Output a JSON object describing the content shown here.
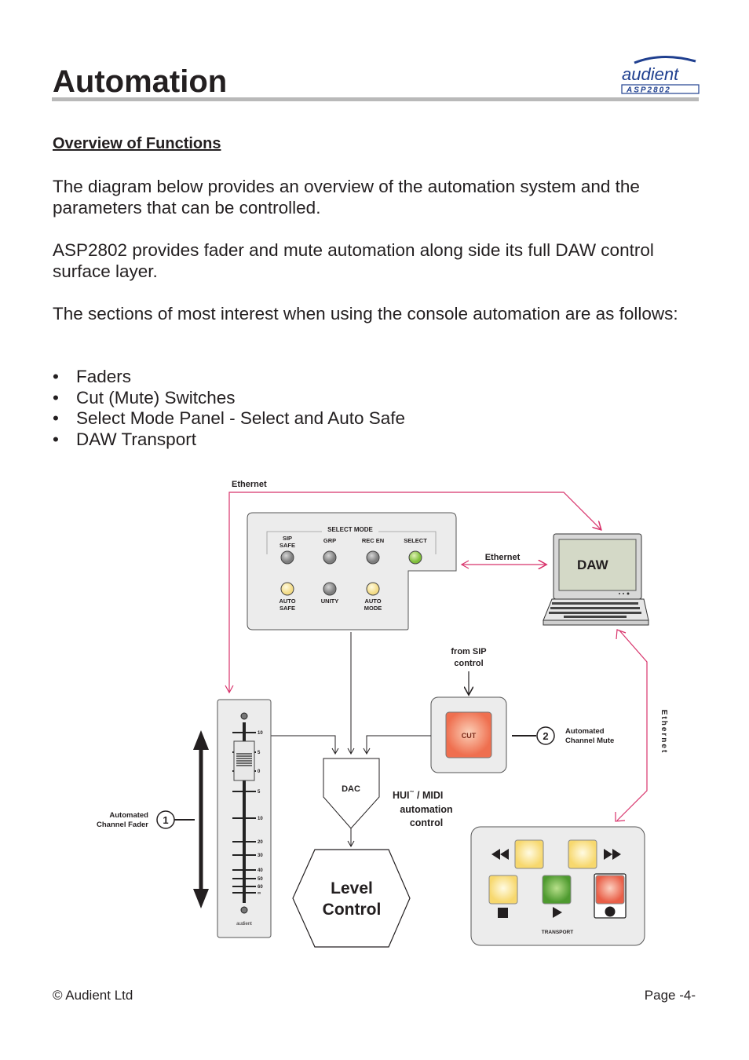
{
  "header": {
    "title": "Automation",
    "logo_text": "audient",
    "logo_model": "ASP2802"
  },
  "section": {
    "heading": "Overview of Functions",
    "paragraphs": [
      "The diagram below provides an overview of the automation system and the parameters that can be controlled.",
      "ASP2802 provides fader and mute automation along side its full DAW control surface layer.",
      "The sections of most interest when using the console automation are as follows:"
    ],
    "bullets": [
      "Faders",
      "Cut (Mute) Switches",
      "Select Mode Panel - Select and Auto Safe",
      "DAW Transport"
    ]
  },
  "diagram": {
    "ethernet_top": "Ethernet",
    "ethernet_mid": "Ethernet",
    "ethernet_side": "Ethernet",
    "select_mode": {
      "title": "SELECT MODE",
      "top_labels": [
        "SIP",
        "SAFE",
        "GRP",
        "REC EN",
        "SELECT"
      ],
      "bottom_labels": [
        "AUTO",
        "SAFE",
        "UNITY",
        "AUTO",
        "MODE"
      ]
    },
    "daw_label": "DAW",
    "from_sip": [
      "from SIP",
      "control"
    ],
    "cut_label": "CUT",
    "mute_badge": "2",
    "mute_label": [
      "Automated",
      "Channel Mute"
    ],
    "fader_badge": "1",
    "fader_label": [
      "Automated",
      "Channel Fader"
    ],
    "fader_scale": [
      "10",
      "5",
      "0",
      "5",
      "10",
      "20",
      "30",
      "40",
      "50",
      "60",
      "∞"
    ],
    "fader_brand": "audient",
    "dac_label": "DAC",
    "hui_label": [
      "HUI",
      "™",
      " / MIDI",
      "automation",
      "control"
    ],
    "level_control": [
      "Level",
      "Control"
    ],
    "transport_label": "TRANSPORT",
    "colors": {
      "ethernet_line": "#d8336b",
      "led_grey": "#8c8c8c",
      "led_yellow": "#f6e7a1",
      "led_green": "#8cc63f",
      "cut_red": "#f07a5a",
      "button_yellow": "#fbe08a",
      "button_green": "#5aa73a",
      "button_red": "#ee6f55"
    }
  },
  "footer": {
    "copyright": "© Audient Ltd",
    "page": "Page -4-"
  }
}
